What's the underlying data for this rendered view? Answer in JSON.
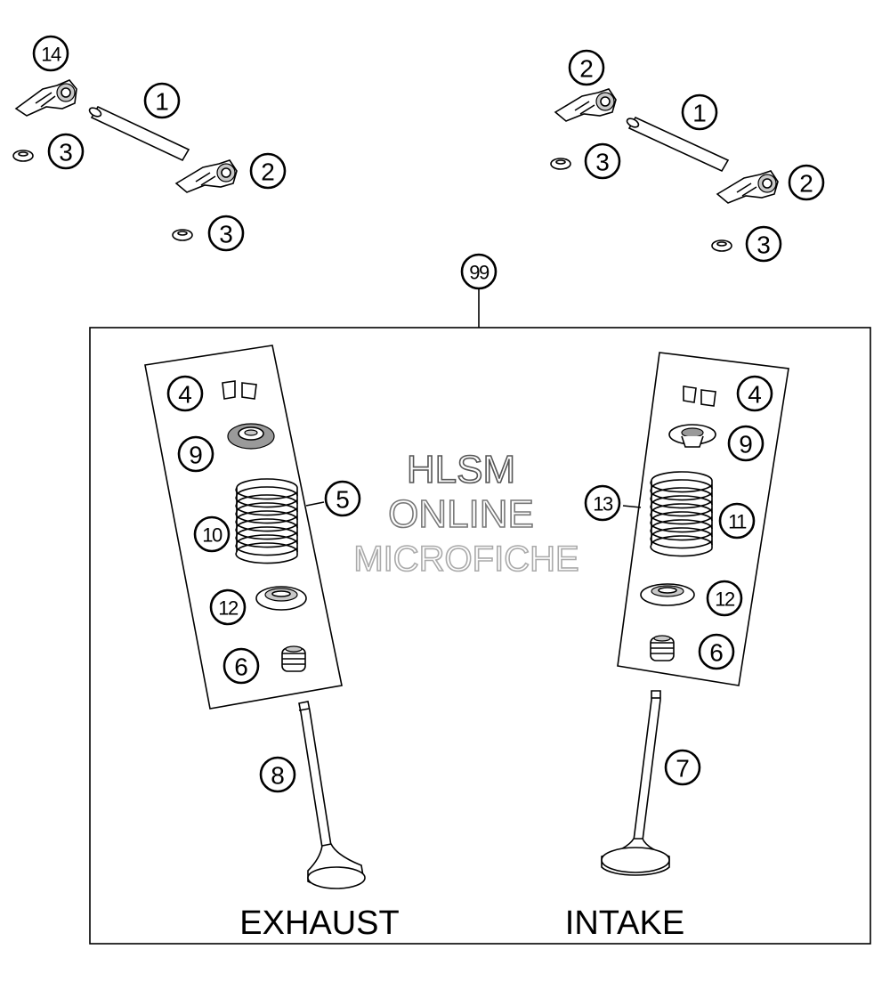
{
  "diagram": {
    "callouts": {
      "c14": "14",
      "c1_left": "1",
      "c3_left_a": "3",
      "c2_left": "2",
      "c3_left_b": "3",
      "c2_right_a": "2",
      "c1_right": "1",
      "c3_right_a": "3",
      "c2_right_b": "2",
      "c3_right_b": "3",
      "c99": "99",
      "c4_exh": "4",
      "c9_exh": "9",
      "c5": "5",
      "c10": "10",
      "c12_exh": "12",
      "c6_exh": "6",
      "c8": "8",
      "c4_int": "4",
      "c9_int": "9",
      "c13": "13",
      "c11": "11",
      "c12_int": "12",
      "c6_int": "6",
      "c7": "7"
    },
    "labels": {
      "exhaust": "EXHAUST",
      "intake": "INTAKE"
    },
    "watermark": {
      "line1": "HLSM",
      "line2": "ONLINE",
      "line3": "MICROFICHE",
      "color1": "#555555",
      "color2": "#777777",
      "color3": "#aaaaaa"
    }
  }
}
